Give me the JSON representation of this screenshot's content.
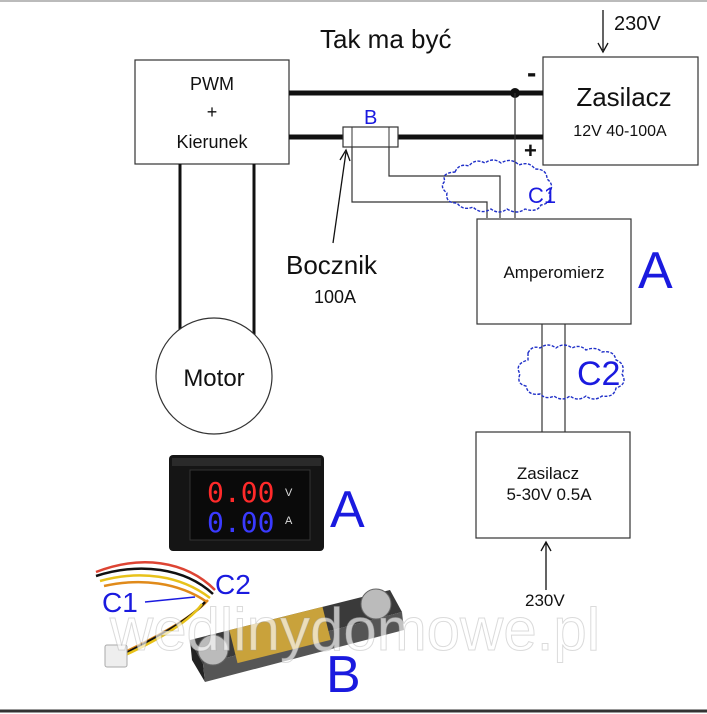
{
  "title": "Tak ma być",
  "blocks": {
    "pwm": {
      "line1": "PWM",
      "line2": "+",
      "line3": "Kierunek"
    },
    "psu_main": {
      "name": "Zasilacz",
      "spec": "12V 40-100A",
      "minus": "-",
      "plus": "+"
    },
    "ammeter": {
      "name": "Amperomierz",
      "tag": "A"
    },
    "psu_small": {
      "name": "Zasilacz",
      "spec": "5-30V 0.5A"
    },
    "motor": {
      "name": "Motor"
    }
  },
  "labels": {
    "voltage_top": "230V",
    "voltage_bottom": "230V",
    "shunt_tag": "B",
    "shunt_name": "Bocznik",
    "shunt_rating": "100A",
    "c1": "C1",
    "c2": "C2"
  },
  "photos": {
    "meter": {
      "top_digits": "0.00",
      "bottom_digits": "0.00",
      "unit_v": "V",
      "unit_a": "A",
      "tag": "A"
    },
    "wires": {
      "c1": "C1",
      "c2": "C2"
    },
    "shunt": {
      "tag": "B"
    }
  },
  "watermark": "wedlinydomowe.pl",
  "colors": {
    "accent_blue": "#1a1adf",
    "red_digit": "#ff2a2a",
    "blue_digit": "#3a3aff"
  }
}
